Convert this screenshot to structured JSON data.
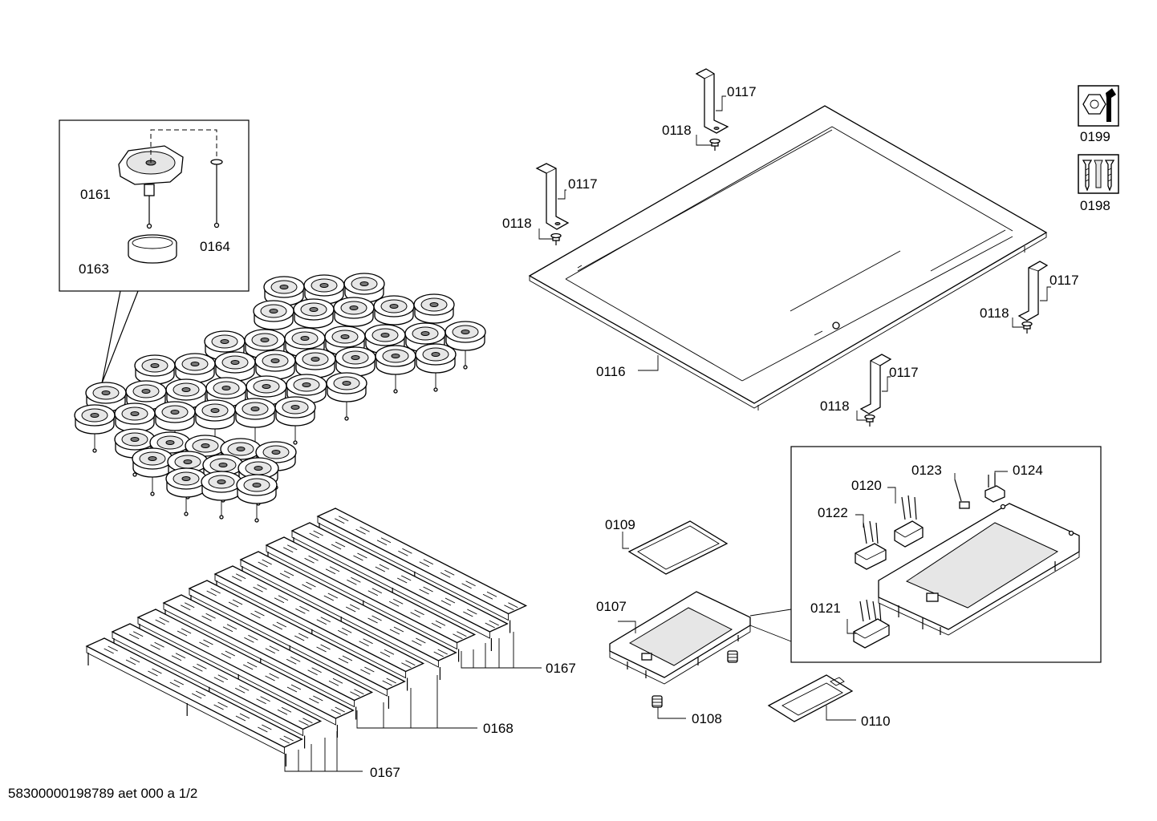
{
  "document_id": "58300000198789 aet 000 a 1/2",
  "labels": {
    "l0161": "0161",
    "l0163": "0163",
    "l0164": "0164",
    "l0117a": "0117",
    "l0117b": "0117",
    "l0117c": "0117",
    "l0117d": "0117",
    "l0118a": "0118",
    "l0118b": "0118",
    "l0118c": "0118",
    "l0118d": "0118",
    "l0116": "0116",
    "l0199": "0199",
    "l0198": "0198",
    "l0109": "0109",
    "l0107": "0107",
    "l0108": "0108",
    "l0110": "0110",
    "l0120": "0120",
    "l0121": "0121",
    "l0122": "0122",
    "l0123": "0123",
    "l0124": "0124",
    "l0167a": "0167",
    "l0167b": "0167",
    "l0168": "0168"
  },
  "icons": {
    "service_icon": "wrench-nut-icon",
    "screw_set_icon": "screws-icon"
  }
}
